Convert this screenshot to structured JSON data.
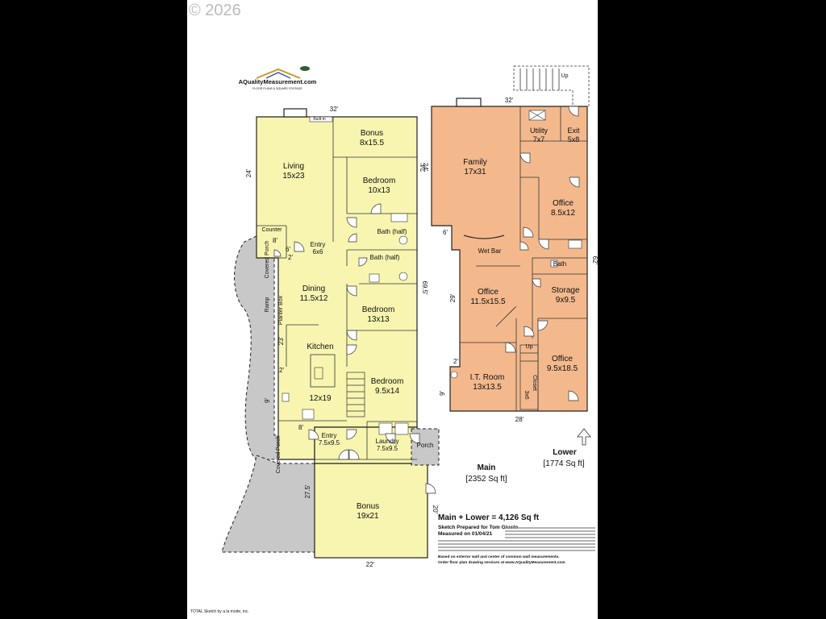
{
  "watermark": "© 2026",
  "logo": {
    "text": "AQualityMeasurement.com",
    "tagline": "FLOOR PLANS & SQUARE FOOTAGE"
  },
  "main_floor": {
    "rooms": [
      {
        "name": "Bonus",
        "size": "8x15.5"
      },
      {
        "name": "Living",
        "size": "15x23"
      },
      {
        "name": "Bedroom",
        "size": "10x13"
      },
      {
        "name": "Bath (half)"
      },
      {
        "name": "Entry",
        "size": "6x6"
      },
      {
        "name": "Bath (half)"
      },
      {
        "name": "Dining",
        "size": "11.5x12"
      },
      {
        "name": "Bedroom",
        "size": "13x13"
      },
      {
        "name": "Kitchen"
      },
      {
        "name": "12x19"
      },
      {
        "name": "Bedroom",
        "size": "9.5x14"
      },
      {
        "name": "Entry",
        "size": "7.5x9.5"
      },
      {
        "name": "Laundry",
        "size": "7.5x9.5"
      },
      {
        "name": "Porch"
      },
      {
        "name": "Bonus",
        "size": "19x21"
      }
    ],
    "labels": {
      "built_in": "Built-in",
      "counter": "Counter",
      "covered_porch_top": "Covered Porch",
      "ramp": "Ramp",
      "planter_box": "Planter Box",
      "covered_porch_bottom": "Covered Porch"
    },
    "dimensions": {
      "top": "32'",
      "left_24": "24'",
      "right_24": "24'",
      "d8a": "8'",
      "d6": "6'",
      "d2a": "2'",
      "d695": "69.5'",
      "d23": "23'",
      "d2b": "2'",
      "d9": "9'",
      "d8b": "8'",
      "d275": "27.5'",
      "d20": "20'",
      "bottom": "22'"
    },
    "title": "Main",
    "area": "[2352 Sq ft]"
  },
  "lower_floor": {
    "rooms": [
      {
        "name": "Family",
        "size": "17x31"
      },
      {
        "name": "Utility",
        "size": "7x7"
      },
      {
        "name": "Exit",
        "size": "5x8"
      },
      {
        "name": "Office",
        "size": "8.5x12"
      },
      {
        "name": "Wet Bar"
      },
      {
        "name": "Bath"
      },
      {
        "name": "Office",
        "size": "11.5x15.5"
      },
      {
        "name": "Storage",
        "size": "9x9.5"
      },
      {
        "name": "Office",
        "size": "9.5x18.5"
      },
      {
        "name": "I.T. Room",
        "size": "13x13.5"
      },
      {
        "name": "Closet",
        "size": "3x6"
      }
    ],
    "labels": {
      "up_top": "Up",
      "up_mid": "Up"
    },
    "dimensions": {
      "top": "32'",
      "d6": "6'",
      "d29": "29'",
      "d2": "2'",
      "d9": "9'",
      "bottom": "28'",
      "right": "62'"
    },
    "title": "Lower",
    "area": "[1774 Sq ft]"
  },
  "summary": {
    "total": "Main + Lower = 4,126 Sq ft",
    "prepared": "Sketch Prepared for Tom Giusto",
    "measured": "Measured on 01/04/21",
    "footer1": "Based on exterior wall and center of common wall measurements.",
    "footer2": "Order floor plan drawing services at www.AQualityMeasurement.com"
  },
  "credit": "TOTAL Sketch by a la mode, inc.",
  "colors": {
    "main_fill": "#f7f5b0",
    "lower_fill": "#f3b98d",
    "porch_fill": "#c8c8c8",
    "background": "#000000",
    "page": "#ffffff"
  }
}
